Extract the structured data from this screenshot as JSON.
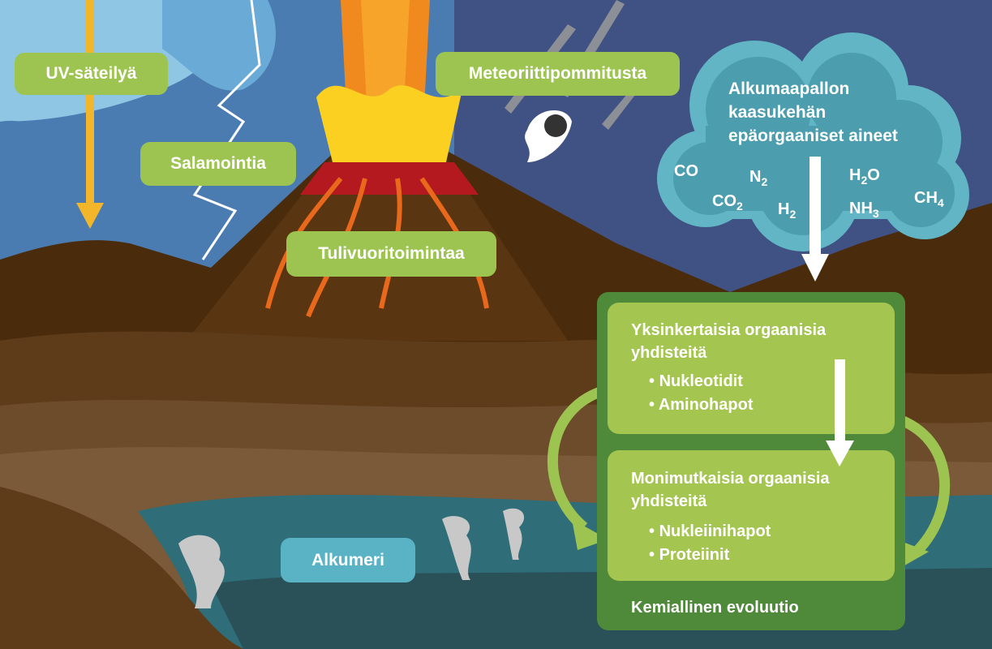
{
  "labels": {
    "uv": "UV-säteilyä",
    "lightning": "Salamointia",
    "meteorites": "Meteoriittipommitusta",
    "volcanism": "Tulivuoritoimintaa",
    "ocean": "Alkumeri"
  },
  "cloud": {
    "title_lines": [
      "Alkumaapallon",
      "kaasukehän",
      "epäorgaaniset aineet"
    ],
    "gases": [
      {
        "base": "CO",
        "sub": ""
      },
      {
        "base": "N",
        "sub": "2"
      },
      {
        "base": "H",
        "sub": "2",
        "tail": "O"
      },
      {
        "base": "CO",
        "sub": "2"
      },
      {
        "base": "H",
        "sub": "2"
      },
      {
        "base": "NH",
        "sub": "3"
      },
      {
        "base": "CH",
        "sub": "4"
      }
    ]
  },
  "evolution": {
    "simple": {
      "title_lines": [
        "Yksinkertaisia orgaanisia",
        "yhdisteitä"
      ],
      "items": [
        "Nukleotidit",
        "Aminohapot"
      ]
    },
    "complex": {
      "title_lines": [
        "Monimutkaisia orgaanisia",
        "yhdisteitä"
      ],
      "items": [
        "Nukleiinihapot",
        "Proteiinit"
      ]
    },
    "caption": "Kemiallinen evoluutio"
  },
  "colors": {
    "label_green": "#9dc451",
    "box_green": "#4e8a3a",
    "teal": "#5ab3c4"
  }
}
